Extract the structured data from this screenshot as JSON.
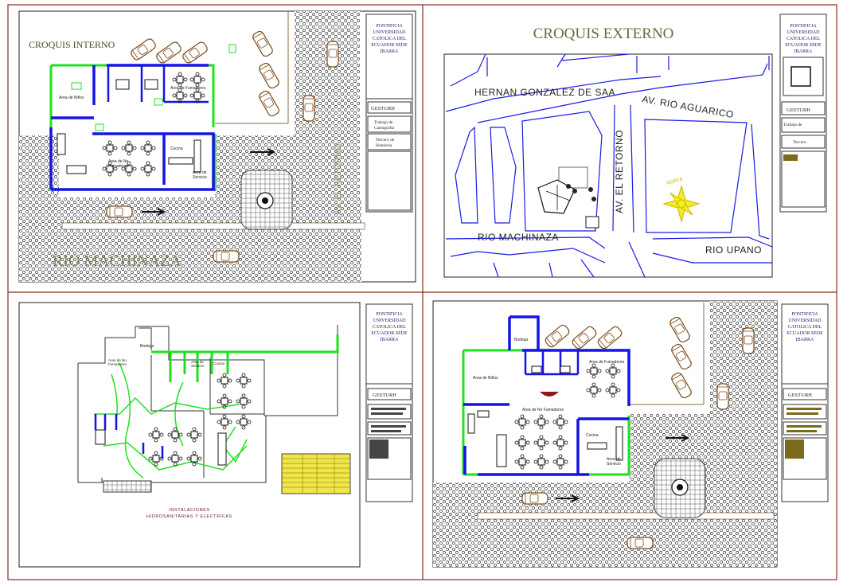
{
  "sheet": {
    "border_color": "#8b2a1a",
    "pattern_color": "#3a3a3a",
    "wall_blue": "#1414e6",
    "wall_green": "#1fe01f",
    "parking_lines": "#b4875a",
    "road_blue": "#1a1ae6"
  },
  "title_block": {
    "institution": [
      "PONTIFICIA",
      "UNIVERSIDAD",
      "CATOLICA DEL",
      "ECUADOR SEDE",
      "IBARRA"
    ],
    "institution_short_3": [
      "PONTIFICIA",
      "UNIVERSIDAD",
      "CATOLICA DEL",
      "ECUADOR SEDE",
      "IBARRA"
    ],
    "author": "GESTURH",
    "work": [
      "Trabajo de",
      "Cartografía"
    ],
    "level": [
      "Tercero de",
      "Hotelería"
    ],
    "work_short": "Trabajo de",
    "level_short": "Tercero"
  },
  "panel_internal": {
    "title": "CROQUIS INTERNO",
    "street_large": "RIO MACHINAZA",
    "street_vertical": "AV. EL RETORNO",
    "rooms": {
      "kids": "Area de Niños",
      "smokers": "Area de Fumadores",
      "non_smokers": [
        "Area de No",
        "Fumadores"
      ],
      "kitchen": "Cocina",
      "service": [
        "Area de",
        "Servicio"
      ]
    }
  },
  "panel_external": {
    "title": "CROQUIS EXTERNO",
    "streets": {
      "north": "HERNAN GONZALEZ DE SAA",
      "avenue": "AV. RIO AGUARICO",
      "vertical": "AV. EL RETORNO",
      "south": "RIO MACHINAZA",
      "east": "RIO UPANO"
    },
    "compass": "NORTE"
  },
  "panel_installations": {
    "caption": [
      "INSTALACIONES",
      "HIDROSANITARIAS Y ELECTRICAS"
    ],
    "room_label": "Bodega",
    "smokers": [
      "Area de No",
      "Fumadores"
    ],
    "kitchen": "Cocina",
    "service": [
      "Area de",
      "Servicio"
    ]
  },
  "panel_final": {
    "rooms": {
      "store": "Bodega",
      "kids": "Area de Niños",
      "smokers": "Area de Fumadores",
      "non_smokers": "Area de No Fumadores",
      "kitchen": "Cocina",
      "service": [
        "Area de",
        "Servicio"
      ]
    }
  }
}
